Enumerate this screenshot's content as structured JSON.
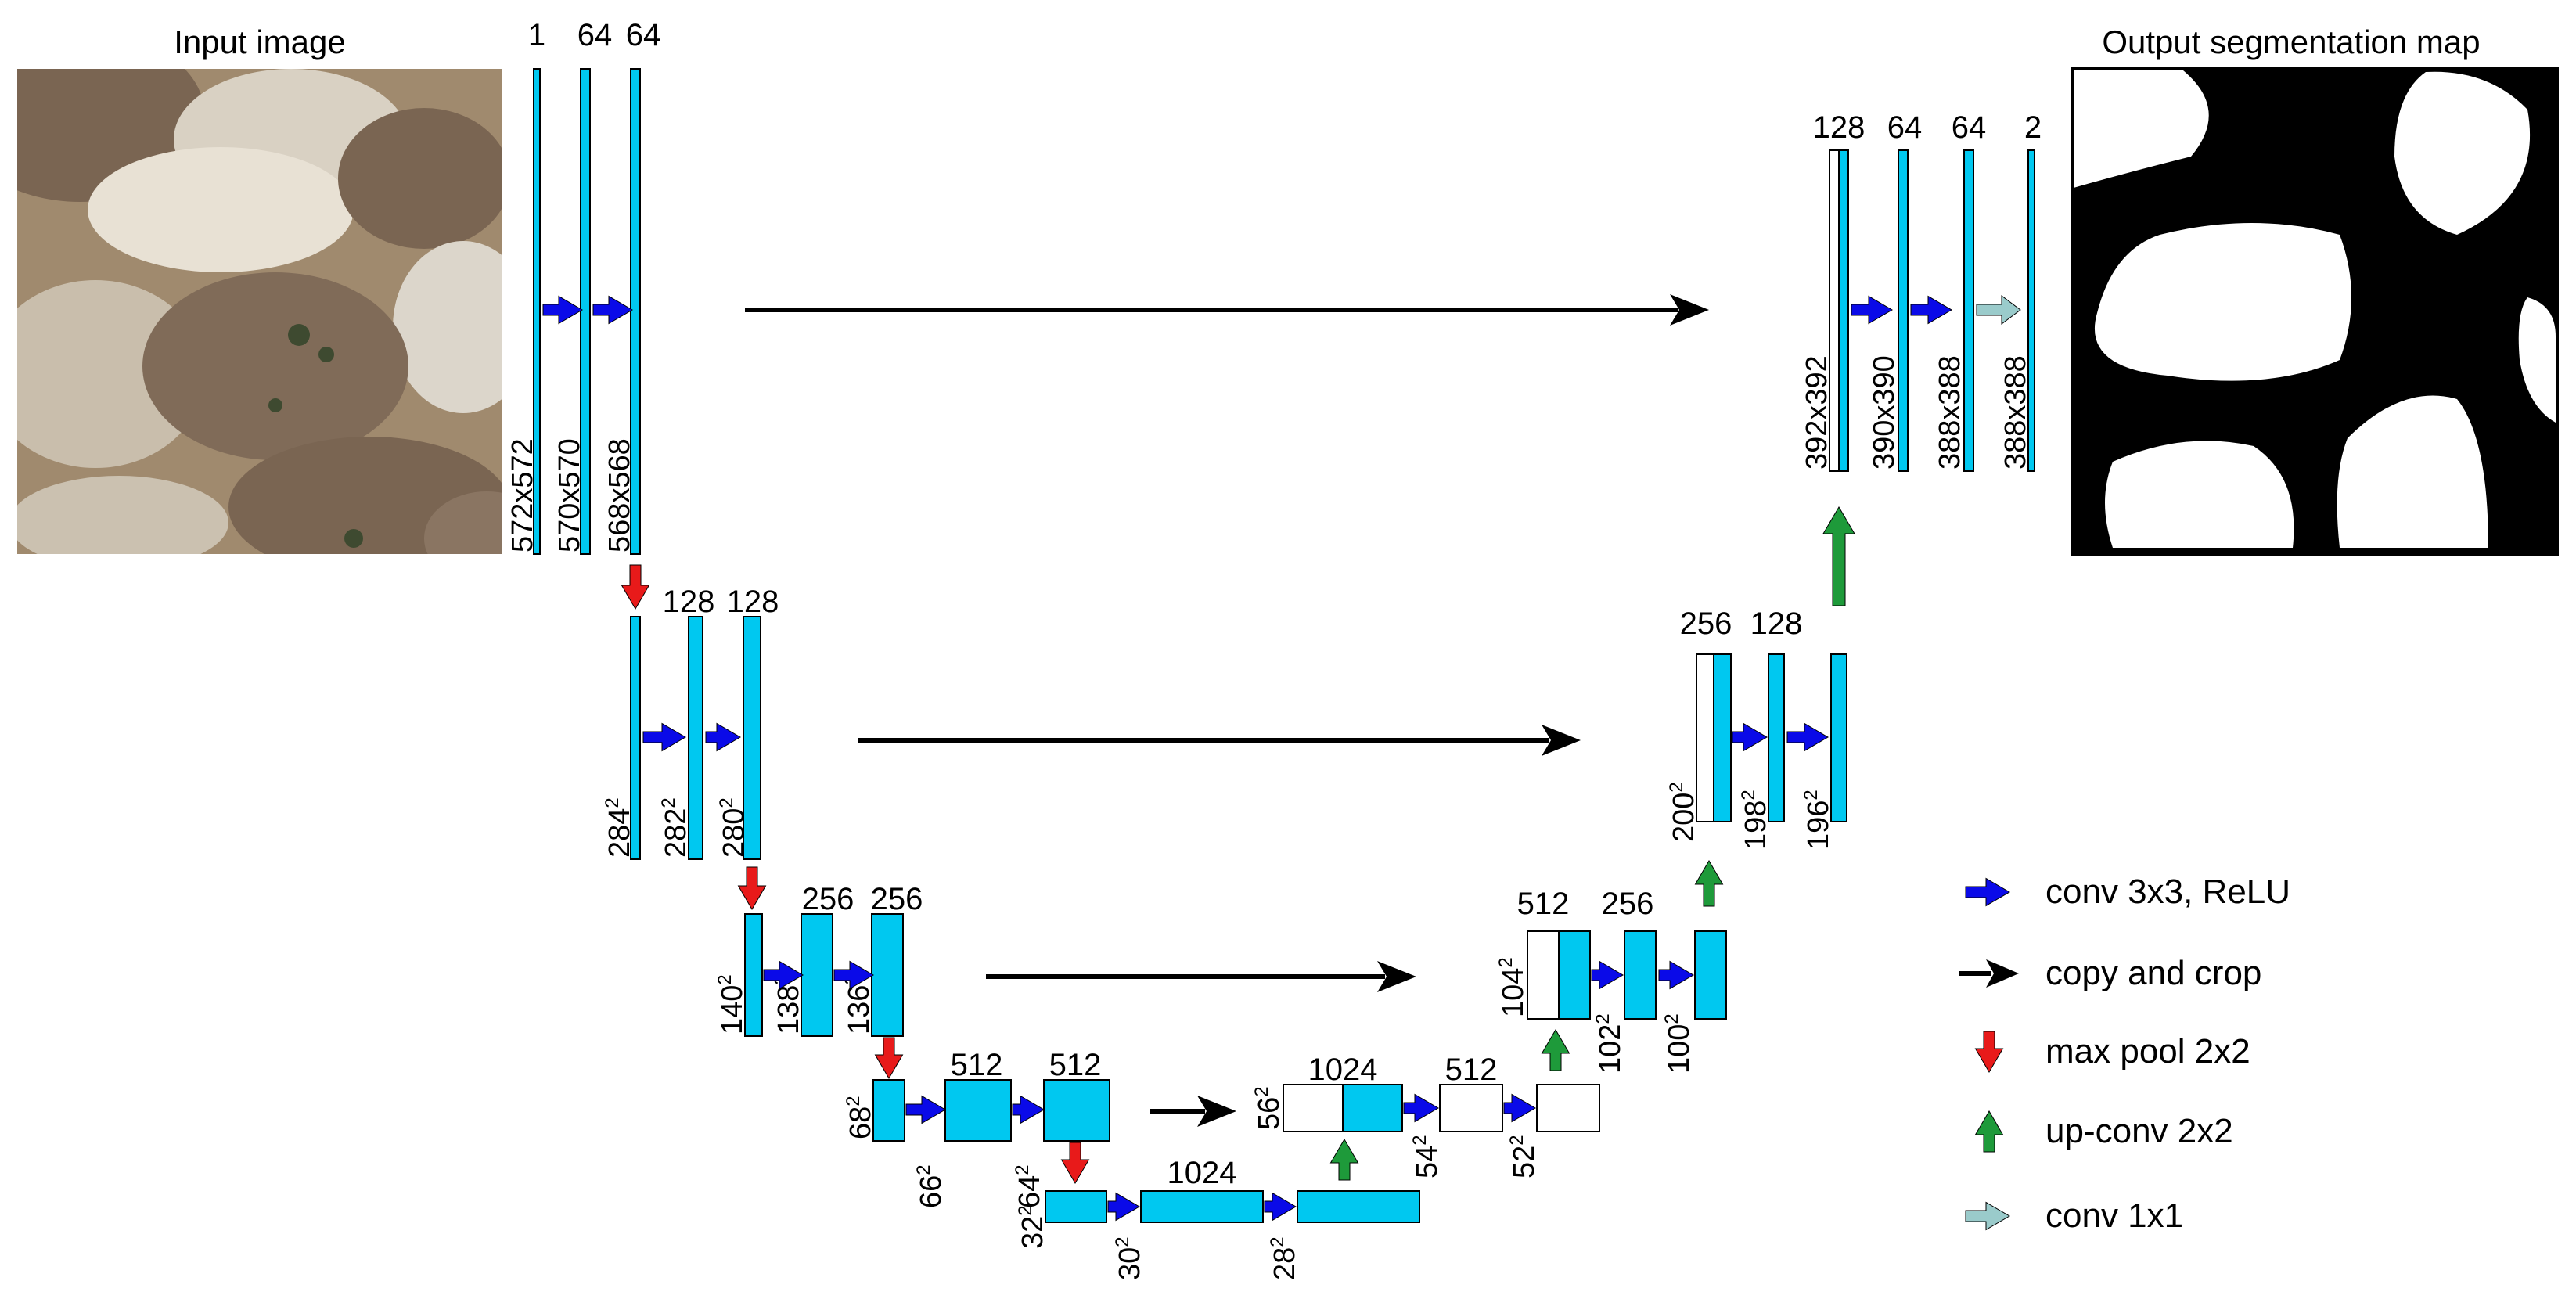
{
  "titles": {
    "input": "Input image",
    "output": "Output segmentation map"
  },
  "channel_labels": [
    "1",
    "64",
    "64",
    "128",
    "128",
    "256",
    "256",
    "512",
    "512",
    "1024",
    "512",
    "512",
    "256",
    "256",
    "128",
    "128",
    "64",
    "64",
    "2"
  ],
  "size_labels": {
    "l1_a": "572x572",
    "l1_b": "570x570",
    "l1_c": "568x568",
    "r1_a": "392x392",
    "r1_b": "390x390",
    "r1_c": "388x388",
    "r1_d": "388x388",
    "l2_a": "284",
    "l2_b": "282",
    "l2_c": "280",
    "l3_a": "140",
    "l3_b": "138",
    "l3_c": "136",
    "l4_a": "68",
    "l4_b": "66",
    "l4_c": "64",
    "b_a": "32",
    "b_b": "30",
    "b_c": "28",
    "r4_a": "56",
    "r4_b": "54",
    "r4_c": "52",
    "r3_a": "104",
    "r3_b": "102",
    "r3_c": "100",
    "r2_a": "200",
    "r2_b": "198",
    "r2_c": "196",
    "exponent": "2"
  },
  "legend": [
    {
      "label": "conv 3x3, ReLU",
      "arrow": "blue-arrow"
    },
    {
      "label": "copy and crop",
      "arrow": "black-arrow"
    },
    {
      "label": "max pool 2x2",
      "arrow": "red-arrow"
    },
    {
      "label": "up-conv 2x2",
      "arrow": "green-arrow"
    },
    {
      "label": "conv 1x1",
      "arrow": "teal-arrow"
    }
  ],
  "colors": {
    "feature_map": "#00C8F0",
    "copied_map": "#ffffff",
    "conv": "#0A0AE8",
    "copy": "#000000",
    "maxpool": "#E81A1A",
    "upconv": "#1E9A3A",
    "conv1x1": "#9ACBCB"
  }
}
